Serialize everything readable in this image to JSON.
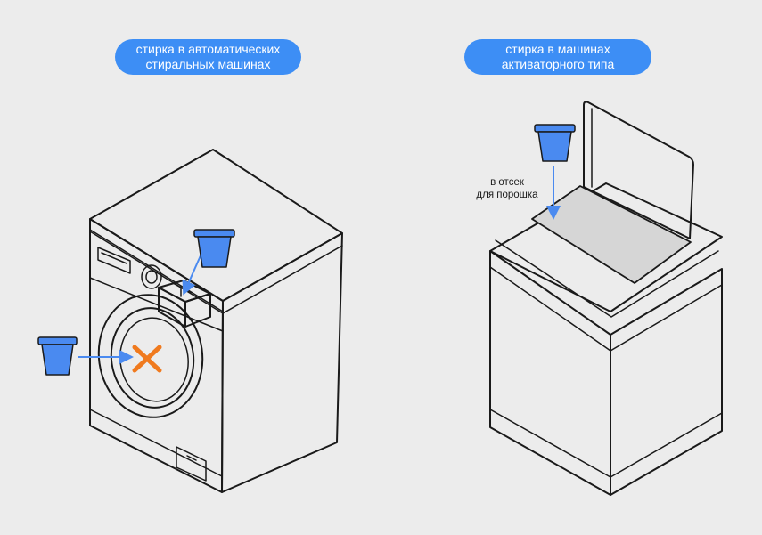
{
  "labels": {
    "left_title": [
      "стирка в автоматических",
      "стиральных машинах"
    ],
    "right_title": [
      "стирка в машинах",
      "активаторного типа"
    ],
    "compartment_caption": [
      "в отсек",
      "для порошка"
    ]
  },
  "colors": {
    "background": "#ececec",
    "accent_blue": "#3d8ef5",
    "cup_blue": "#4a8af0",
    "cross_orange": "#f07a1e",
    "line": "#1a1a1a",
    "machine_fill": "#ffffff",
    "lid_panel": "#d6d6d6"
  },
  "icons": {
    "left_cup": "detergent-capsule-icon",
    "right_cup": "detergent-capsule-icon",
    "cross": "cross-mark-icon",
    "arrow": "arrow-right-icon"
  }
}
